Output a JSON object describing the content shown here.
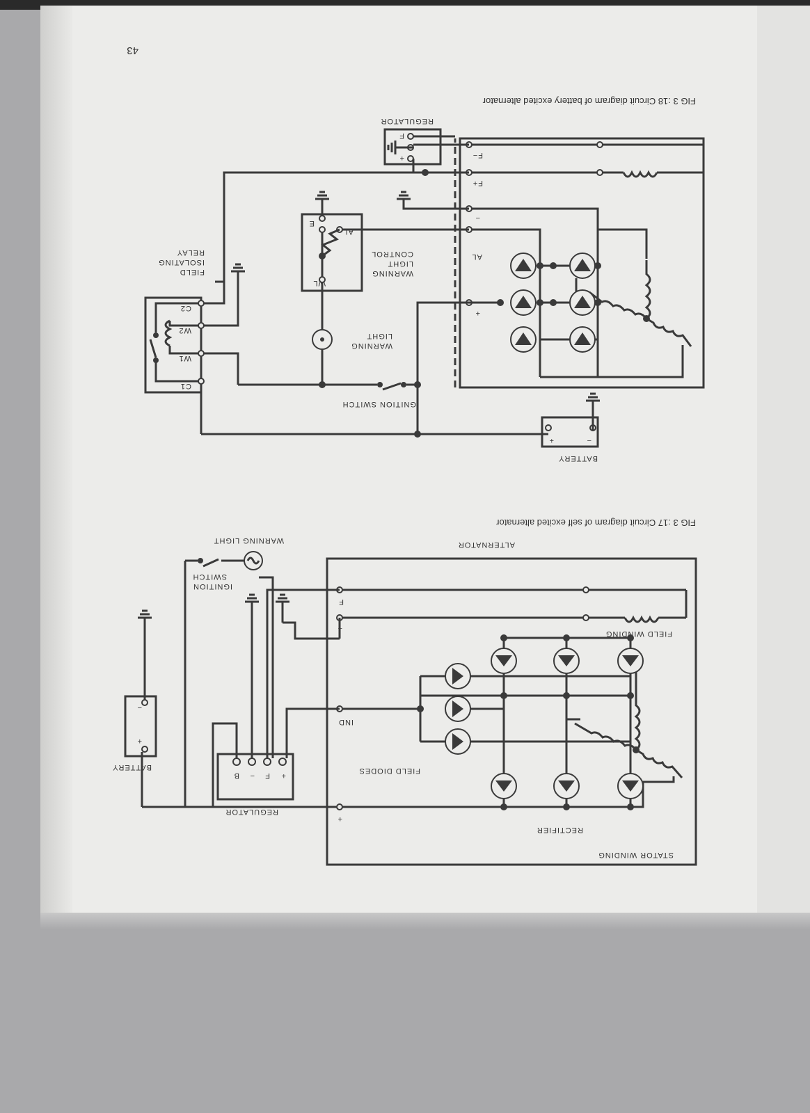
{
  "page_number": "43",
  "fig318": {
    "caption": "FIG 3 :18 Circuit diagram of battery excited alternator",
    "regulator": "REGULATOR",
    "reg_plus": "+",
    "reg_minus": "−",
    "reg_f": "F",
    "f_minus": "F−",
    "f_plus": "F+",
    "minus": "−",
    "al": "AL",
    "plus": "+",
    "warning_light_control": [
      "WARNING",
      "LIGHT",
      "CONTROL"
    ],
    "wlc_al": "AL",
    "wlc_e": "E",
    "wlc_wl": "WL",
    "field_isolating_relay": [
      "FIELD",
      "ISOLATING",
      "RELAY"
    ],
    "relay_c1": "C1",
    "relay_w1": "W1",
    "relay_w2": "W2",
    "relay_c2": "C2",
    "warning_light": [
      "WARNING",
      "LIGHT"
    ],
    "ignition_switch": "IGNITION SWITCH",
    "battery": "BATTERY",
    "bat_plus": "+",
    "bat_minus": "−"
  },
  "fig317": {
    "caption": "FIG 3 :17 Circuit diagram of self excited alternator",
    "alternator": "ALTERNATOR",
    "warning_light": "WARNING LIGHT",
    "ignition_switch": [
      "IGNITION",
      "SWITCH"
    ],
    "field_winding": "FIELD WINDING",
    "field_diodes": "FIELD DIODES",
    "stator_winding": "STATOR WINDING",
    "rectifier": "RECTIFIER",
    "regulator": "REGULATOR",
    "reg_plus": "+",
    "reg_f": "F",
    "reg_minus": "−",
    "reg_b": "B",
    "battery": "BATTERY",
    "bat_plus": "+",
    "bat_minus": "−",
    "f": "F",
    "minus": "−",
    "ind": "IND",
    "plus": "+"
  }
}
